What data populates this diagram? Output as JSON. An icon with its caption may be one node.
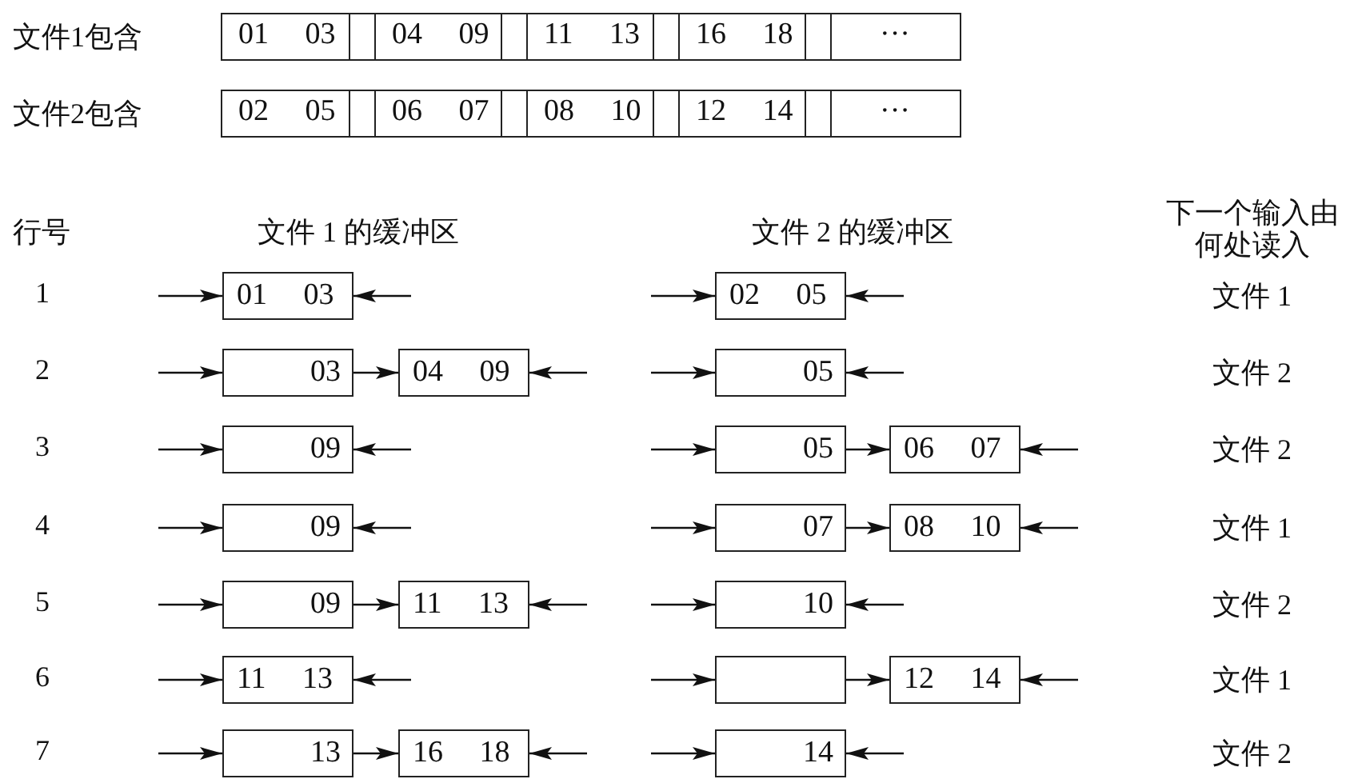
{
  "diagram": {
    "nodes": [
      {
        "text": [
          "01 03",
          "04 09",
          "11 13",
          "16 18",
          "···"
        ],
        "beside": [
          "文件1包含"
        ]
      },
      {
        "text": [
          "02 05",
          "06 07",
          "08 10",
          "12 14",
          "···"
        ],
        "beside": [
          "文件2包含"
        ]
      },
      {
        "text": [
          "01 03"
        ]
      },
      {
        "text": [
          "02 05"
        ]
      },
      {
        "text": [
          "03"
        ]
      },
      {
        "text": [
          "04 09"
        ]
      },
      {
        "text": [
          "05"
        ]
      },
      {
        "text": [
          "09"
        ]
      },
      {
        "text": [
          "05"
        ]
      },
      {
        "text": [
          "06 07"
        ]
      },
      {
        "text": [
          "09"
        ]
      },
      {
        "text": [
          "07"
        ]
      },
      {
        "text": [
          "08 10"
        ]
      },
      {
        "text": [
          "09"
        ]
      },
      {
        "text": [
          "11 13"
        ]
      },
      {
        "text": [
          "10"
        ]
      },
      {
        "text": [
          "11 13"
        ]
      },
      {
        "text": [],
        "shape": "box"
      },
      {
        "text": [
          "12 14"
        ]
      },
      {
        "text": [
          "13"
        ]
      },
      {
        "text": [
          "16 18"
        ]
      },
      {
        "text": [
          "14"
        ]
      }
    ],
    "edges": [
      {
        "from": null,
        "to": 2,
        "arrow": "to"
      },
      {
        "from": null,
        "to": 2,
        "arrow": "to"
      },
      {
        "from": null,
        "to": 3,
        "arrow": "to"
      },
      {
        "from": null,
        "to": 3,
        "arrow": "to"
      },
      {
        "from": null,
        "to": 4,
        "arrow": "to"
      },
      {
        "from": 4,
        "to": 5,
        "arrow": "to"
      },
      {
        "from": null,
        "to": 5,
        "arrow": "to"
      },
      {
        "from": null,
        "to": 6,
        "arrow": "to"
      },
      {
        "from": null,
        "to": 6,
        "arrow": "to"
      },
      {
        "from": null,
        "to": 7,
        "arrow": "to"
      },
      {
        "from": null,
        "to": 7,
        "arrow": "to"
      },
      {
        "from": null,
        "to": 8,
        "arrow": "to"
      },
      {
        "from": 8,
        "to": 9,
        "arrow": "to"
      },
      {
        "from": null,
        "to": 9,
        "arrow": "to"
      },
      {
        "from": null,
        "to": 10,
        "arrow": "to"
      },
      {
        "from": null,
        "to": 10,
        "arrow": "to"
      },
      {
        "from": null,
        "to": 11,
        "arrow": "to"
      },
      {
        "from": 11,
        "to": 12,
        "arrow": "to"
      },
      {
        "from": null,
        "to": 12,
        "arrow": "to"
      },
      {
        "from": null,
        "to": 13,
        "arrow": "to"
      },
      {
        "from": 13,
        "to": 14,
        "arrow": "to"
      },
      {
        "from": null,
        "to": 14,
        "arrow": "to"
      },
      {
        "from": null,
        "to": 15,
        "arrow": "to"
      },
      {
        "from": null,
        "to": 15,
        "arrow": "to"
      },
      {
        "from": null,
        "to": 16,
        "arrow": "to"
      },
      {
        "from": null,
        "to": 16,
        "arrow": "to"
      },
      {
        "from": null,
        "to": 17,
        "arrow": "to"
      },
      {
        "from": 17,
        "to": 18,
        "arrow": "to"
      },
      {
        "from": null,
        "to": 18,
        "arrow": "to"
      },
      {
        "from": null,
        "to": 19,
        "arrow": "to"
      },
      {
        "from": 19,
        "to": 20,
        "arrow": "to"
      },
      {
        "from": null,
        "to": 20,
        "arrow": "to"
      },
      {
        "from": null,
        "to": 21,
        "arrow": "to"
      },
      {
        "from": null,
        "to": 21,
        "arrow": "to"
      }
    ],
    "labels": [
      "行号",
      "文件 1 的缓冲区",
      "文件 2 的缓冲区",
      "下一个输入由何处读入",
      "1",
      "文件 1",
      "2",
      "文件 2",
      "3",
      "文件 2",
      "4",
      "文件 1",
      "5",
      "文件 2",
      "6",
      "文件 1",
      "7",
      "文件 2"
    ]
  }
}
